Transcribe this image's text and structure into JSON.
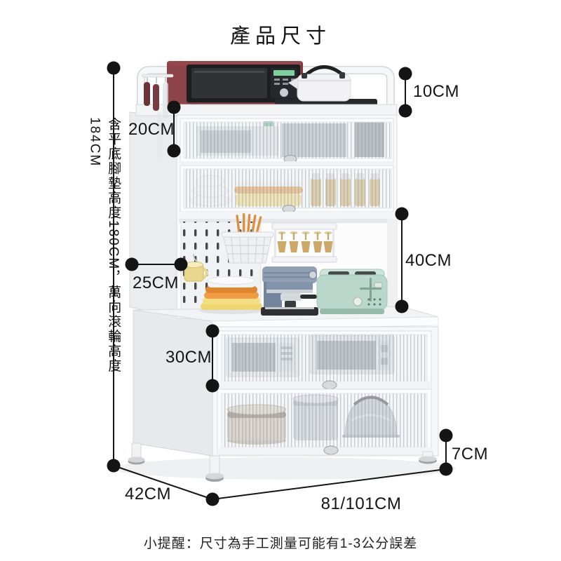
{
  "page": {
    "title": "產品尺寸",
    "side_note": "含平底腳墊高度180CM，萬向滾輪高度184CM",
    "footer_note": "小提醒：尺寸為手工測量可能有1-3公分誤差"
  },
  "dimensions": {
    "top_shelf_clearance": "10CM",
    "upper_door_height": "20CM",
    "open_shelf_height": "40CM",
    "upper_depth": "25CM",
    "lower_door_height": "30CM",
    "leg_height": "7CM",
    "lower_depth": "42CM",
    "overall_width": "81/101CM",
    "height_with_foot_pads": "180CM",
    "height_with_wheels": "184CM"
  },
  "colors": {
    "dimension_line": "#141414",
    "text": "#111111",
    "cabinet_white": "#f6f7f8",
    "microwave_red": "#7e3a3e",
    "toaster_mint": "#b9d8cb",
    "coffee_machine_blue": "#8fa0b5",
    "plate_orange": "#e8923c",
    "plate_yellow": "#f0d878",
    "glass_amber": "#c7a158"
  }
}
